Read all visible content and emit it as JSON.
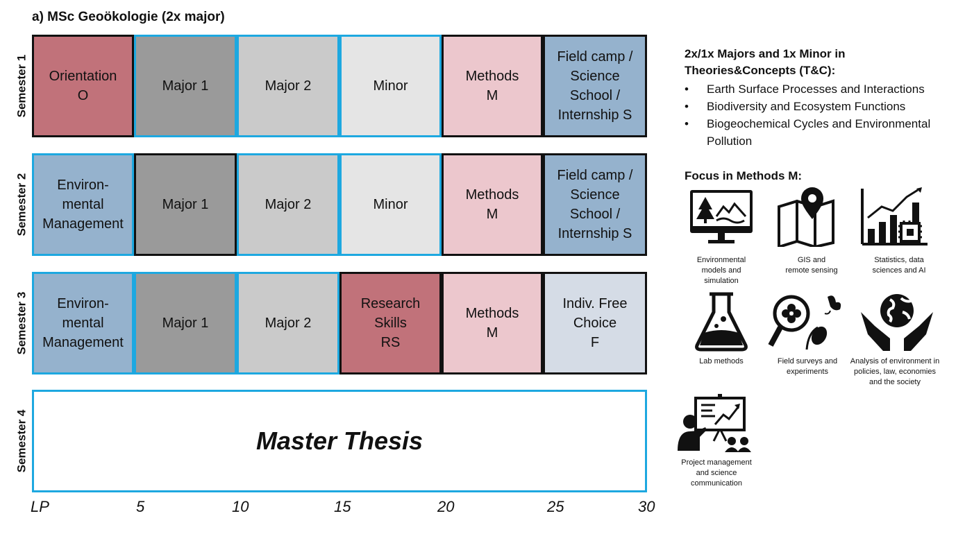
{
  "title": "a) MSc Geoökologie (2x major)",
  "semesters": [
    {
      "label": "Semester 1",
      "cells": [
        {
          "text": "Orientation\nO",
          "bg": "#c1727a",
          "border": "black"
        },
        {
          "text": "Major 1",
          "bg": "#9a9a9a",
          "border": "blue"
        },
        {
          "text": "Major 2",
          "bg": "#cacaca",
          "border": "blue"
        },
        {
          "text": "Minor",
          "bg": "#e5e5e5",
          "border": "blue"
        },
        {
          "text": "Methods\nM",
          "bg": "#ecc7cd",
          "border": "black"
        },
        {
          "text": "Field camp /\nScience\nSchool /\nInternship S",
          "bg": "#95b2cd",
          "border": "black"
        }
      ]
    },
    {
      "label": "Semester 2",
      "cells": [
        {
          "text": "Environ-\nmental\nManagement",
          "bg": "#95b2cd",
          "border": "blue"
        },
        {
          "text": "Major 1",
          "bg": "#9a9a9a",
          "border": "black"
        },
        {
          "text": "Major 2",
          "bg": "#cacaca",
          "border": "blue"
        },
        {
          "text": "Minor",
          "bg": "#e5e5e5",
          "border": "blue"
        },
        {
          "text": "Methods\nM",
          "bg": "#ecc7cd",
          "border": "black"
        },
        {
          "text": "Field camp /\nScience\nSchool /\nInternship S",
          "bg": "#95b2cd",
          "border": "black"
        }
      ]
    },
    {
      "label": "Semester 3",
      "cells": [
        {
          "text": "Environ-\nmental\nManagement",
          "bg": "#95b2cd",
          "border": "blue"
        },
        {
          "text": "Major 1",
          "bg": "#9a9a9a",
          "border": "blue"
        },
        {
          "text": "Major 2",
          "bg": "#cacaca",
          "border": "blue"
        },
        {
          "text": "Research\nSkills\nRS",
          "bg": "#c1727a",
          "border": "black"
        },
        {
          "text": "Methods\nM",
          "bg": "#ecc7cd",
          "border": "black"
        },
        {
          "text": "Indiv. Free\nChoice\nF",
          "bg": "#d5dce6",
          "border": "black"
        }
      ]
    },
    {
      "label": "Semester 4",
      "thesis": "Master Thesis"
    }
  ],
  "axis": {
    "labels": [
      "LP",
      "5",
      "10",
      "15",
      "20",
      "25",
      "30"
    ]
  },
  "sidebar": {
    "majors_heading": "2x/1x Majors and 1x Minor in\nTheories&Concepts (T&C):",
    "bullets": [
      "Earth Surface Processes and Interactions",
      "Biodiversity and Ecosystem Functions",
      "Biogeochemical Cycles and Environmental Pollution"
    ],
    "methods_heading": "Focus in Methods M:",
    "icons": [
      {
        "icon": "monitor-landscape-icon",
        "caption": "Environmental\nmodels and\nsimulation"
      },
      {
        "icon": "map-pin-icon",
        "caption": "GIS and\nremote sensing"
      },
      {
        "icon": "chart-chip-icon",
        "caption": "Statistics, data\nsciences and AI"
      },
      {
        "icon": "flask-icon",
        "caption": "Lab methods"
      },
      {
        "icon": "magnifier-flower-icon",
        "caption": "Field surveys and\nexperiments"
      },
      {
        "icon": "hands-globe-icon",
        "caption": "Analysis of environment in\npolicies, law, economies\nand the society"
      },
      {
        "icon": "presentation-icon",
        "caption": "Project management\nand science\ncommunication"
      }
    ]
  }
}
